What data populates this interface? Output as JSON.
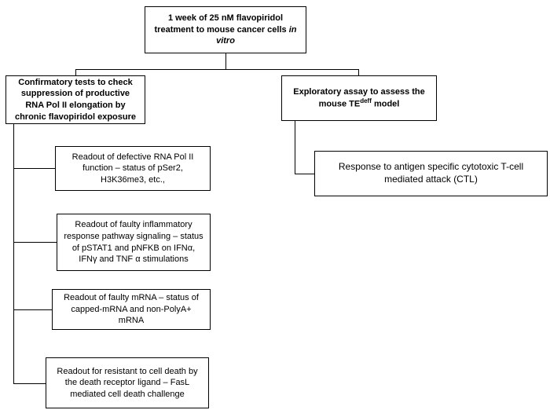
{
  "root_box": {
    "text": "1 week of 25 nM flavopiridol treatment to mouse cancer cells",
    "italic": "in vitro"
  },
  "left_branch": {
    "title": "Confirmatory tests to check suppression of productive RNA Pol II elongation by chronic flavopiridol exposure",
    "children": [
      {
        "text": "Readout of defective RNA Pol II function – status of pSer2, H3K36me3, etc.,"
      },
      {
        "text": "Readout of faulty inflammatory response pathway signaling – status of pSTAT1 and pNFKB on IFNα, IFNγ and TNF α stimulations"
      },
      {
        "text": "Readout of faulty mRNA – status of capped-mRNA and non-PolyA+ mRNA"
      },
      {
        "text": "Readout for resistant to cell death by the death receptor ligand – FasL mediated cell death challenge"
      }
    ]
  },
  "right_branch": {
    "title_prefix": "Exploratory assay to assess the mouse TE",
    "title_sup": "deff",
    "title_suffix": " model",
    "children": [
      {
        "text": "Response to antigen specific cytotoxic T-cell mediated attack (CTL)"
      }
    ]
  }
}
